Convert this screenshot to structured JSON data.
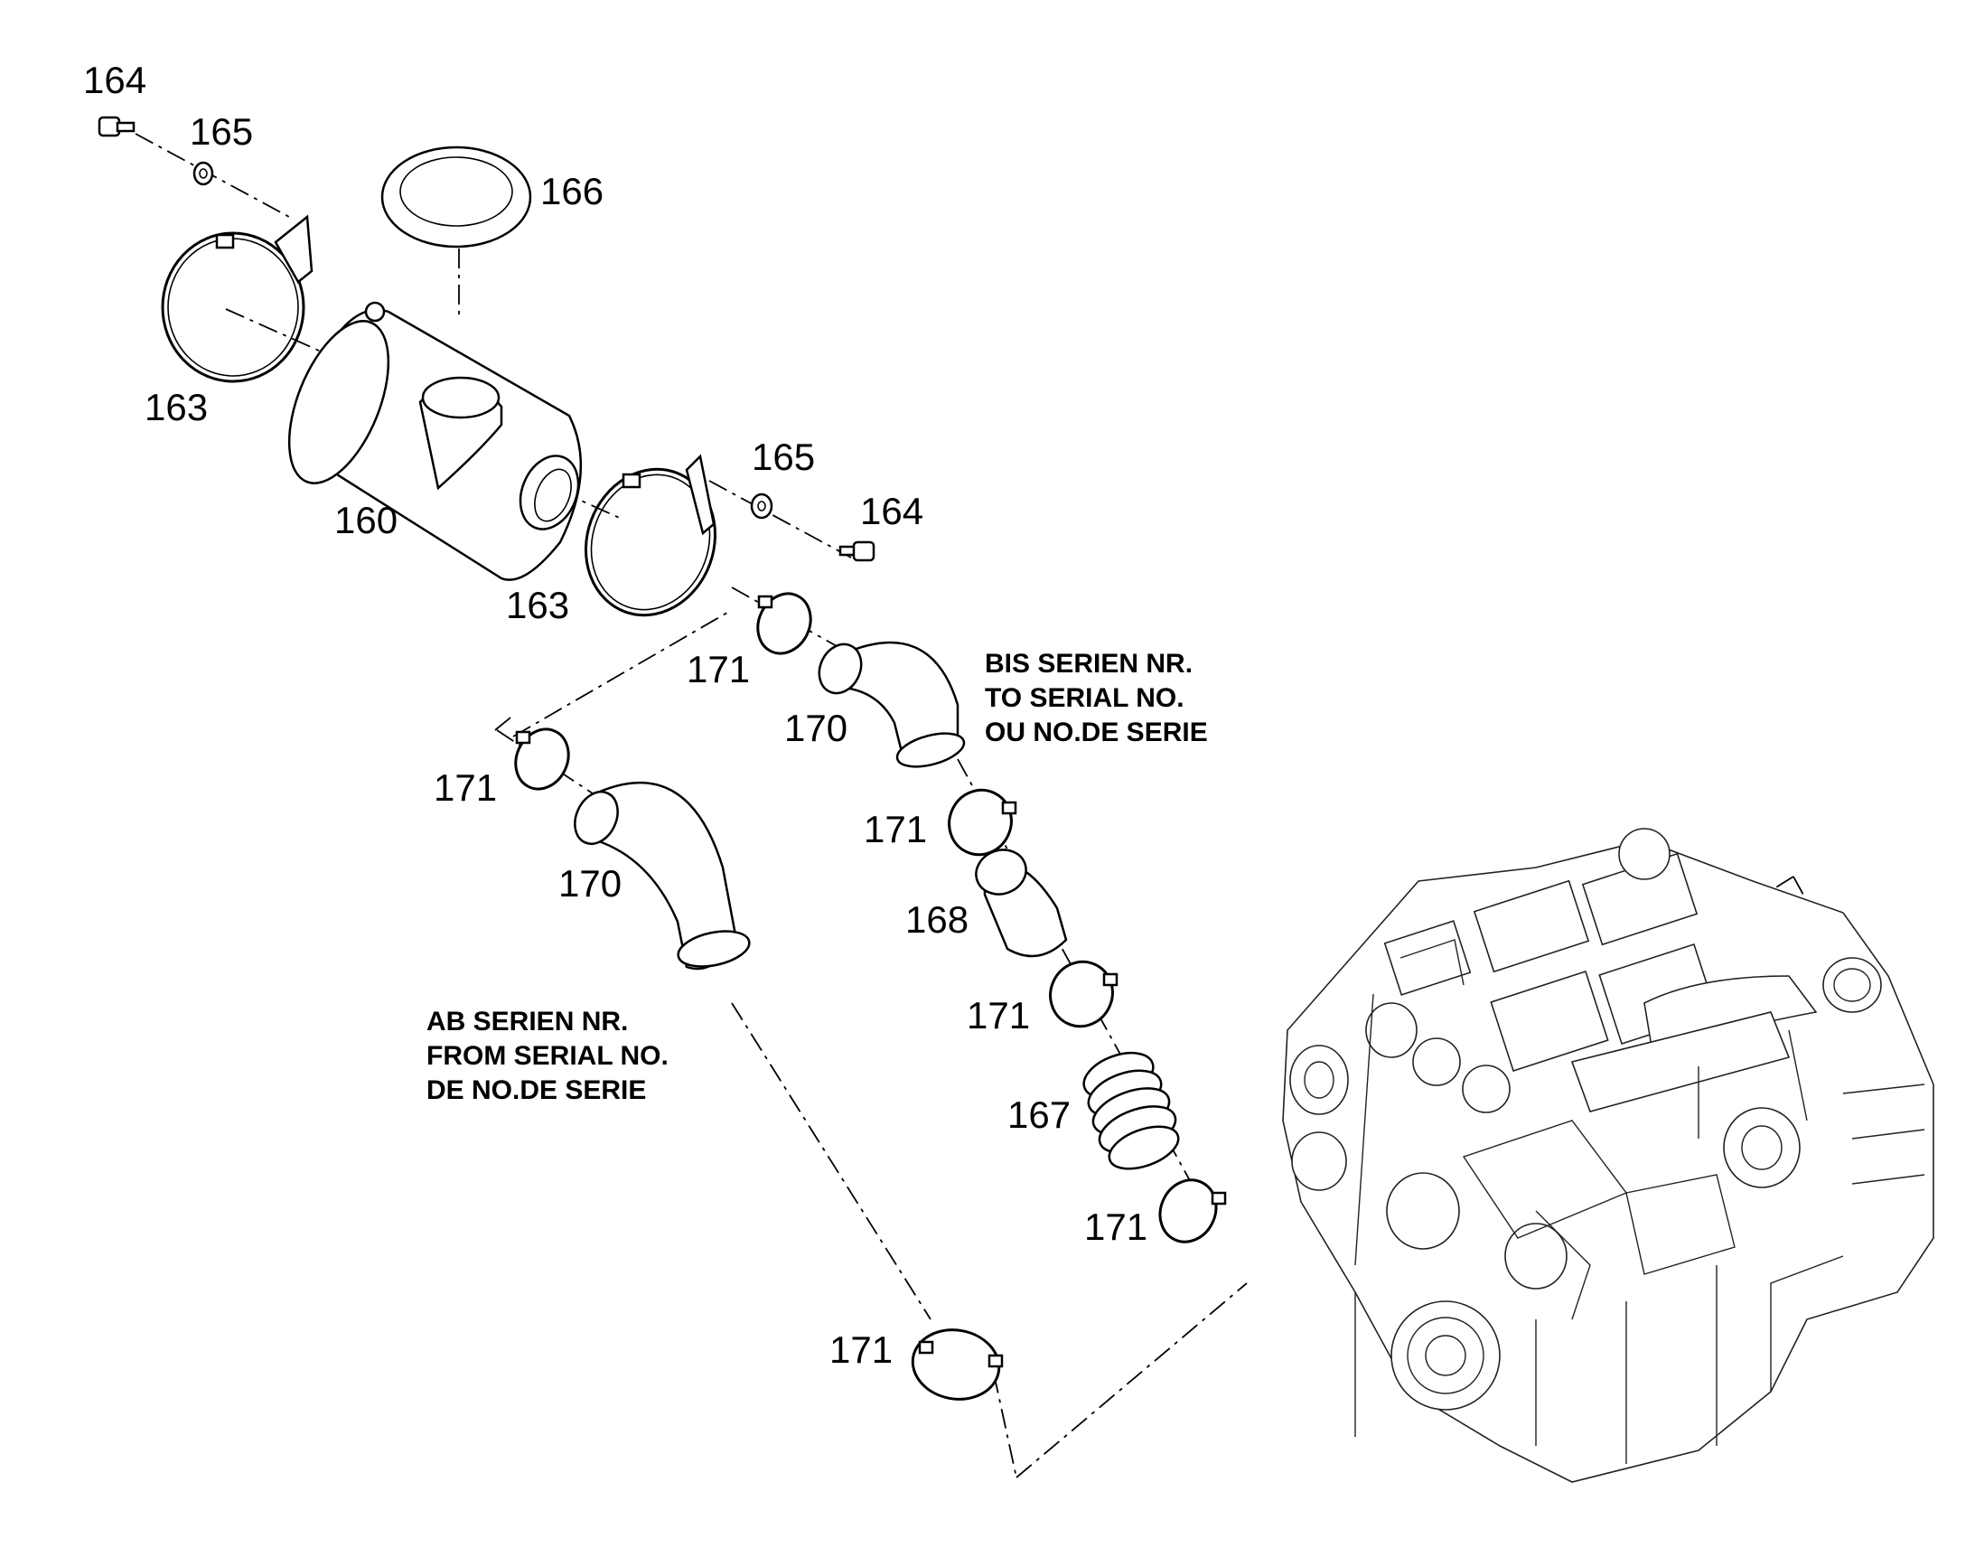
{
  "labels": {
    "l164a": "164",
    "l165a": "165",
    "l166": "166",
    "l163a": "163",
    "l160": "160",
    "l165b": "165",
    "l164b": "164",
    "l163b": "163",
    "l171a": "171",
    "l170a": "170",
    "l171b": "171",
    "l170b": "170",
    "l171c": "171",
    "l168": "168",
    "l171d": "171",
    "l167": "167",
    "l171e": "171",
    "l171f": "171"
  },
  "notes": {
    "to_serial": [
      "BIS SERIEN NR.",
      "TO SERIAL NO.",
      "OU NO.DE SERIE"
    ],
    "from_serial": [
      "AB SERIEN NR.",
      "FROM SERIAL NO.",
      "DE NO.DE SERIE"
    ]
  }
}
